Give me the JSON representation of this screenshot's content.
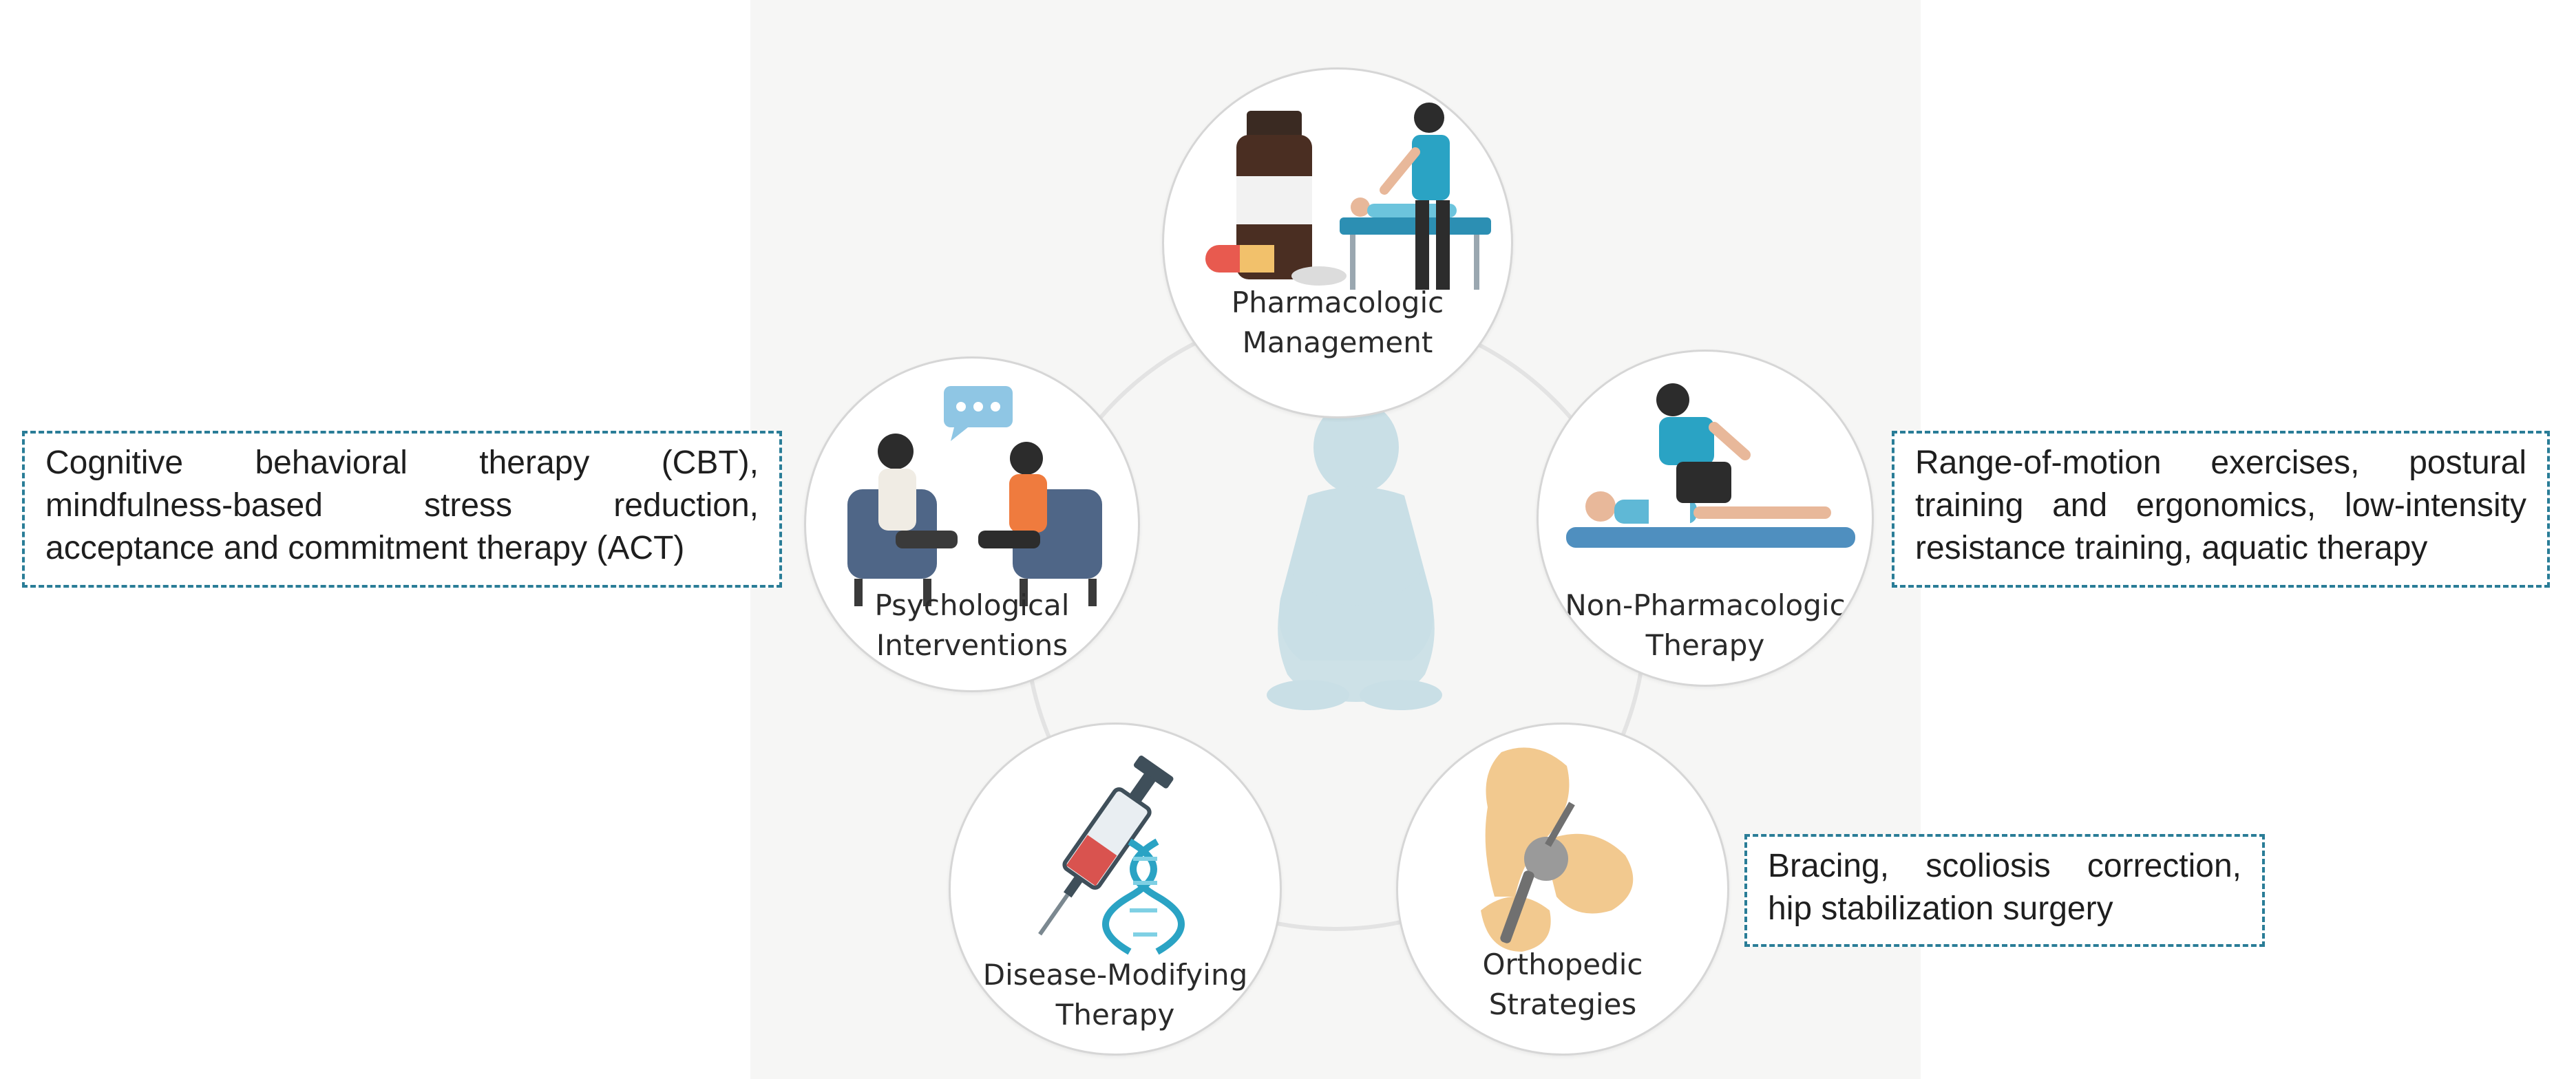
{
  "colors": {
    "callout_border": "#2a7d97",
    "node_border": "#d6d6d6",
    "figure": "#c9dfe6",
    "accent_teal": "#2aa3c4",
    "panel_bg": "#f6f6f5"
  },
  "nodes": {
    "pharmacologic": {
      "line1": "Pharmacologic",
      "line2": "Management",
      "icon": "medication-bottle-and-therapist-icon"
    },
    "non_pharmacologic": {
      "line1": "Non-Pharmacologic",
      "line2": "Therapy",
      "icon": "physical-therapy-icon"
    },
    "orthopedic": {
      "line1": "Orthopedic",
      "line2": "Strategies",
      "icon": "hip-implant-icon"
    },
    "disease_modifying": {
      "line1": "Disease-Modifying",
      "line2": "Therapy",
      "icon": "syringe-and-dna-icon"
    },
    "psychological": {
      "line1": "Psychological",
      "line2": "Interventions",
      "icon": "counseling-session-icon"
    }
  },
  "callouts": {
    "psychological": [
      "Cognitive behavioral therapy (CBT),",
      "mindfulness-based stress reduction,",
      "acceptance and commitment therapy (ACT)"
    ],
    "non_pharmacologic": [
      "Range-of-motion exercises, postural",
      "training and ergonomics, low-intensity",
      "resistance training, aquatic therapy"
    ],
    "orthopedic": [
      "Bracing, scoliosis correction,",
      "hip stabilization surgery"
    ]
  },
  "center": {
    "icon": "seated-child-silhouette-icon"
  }
}
